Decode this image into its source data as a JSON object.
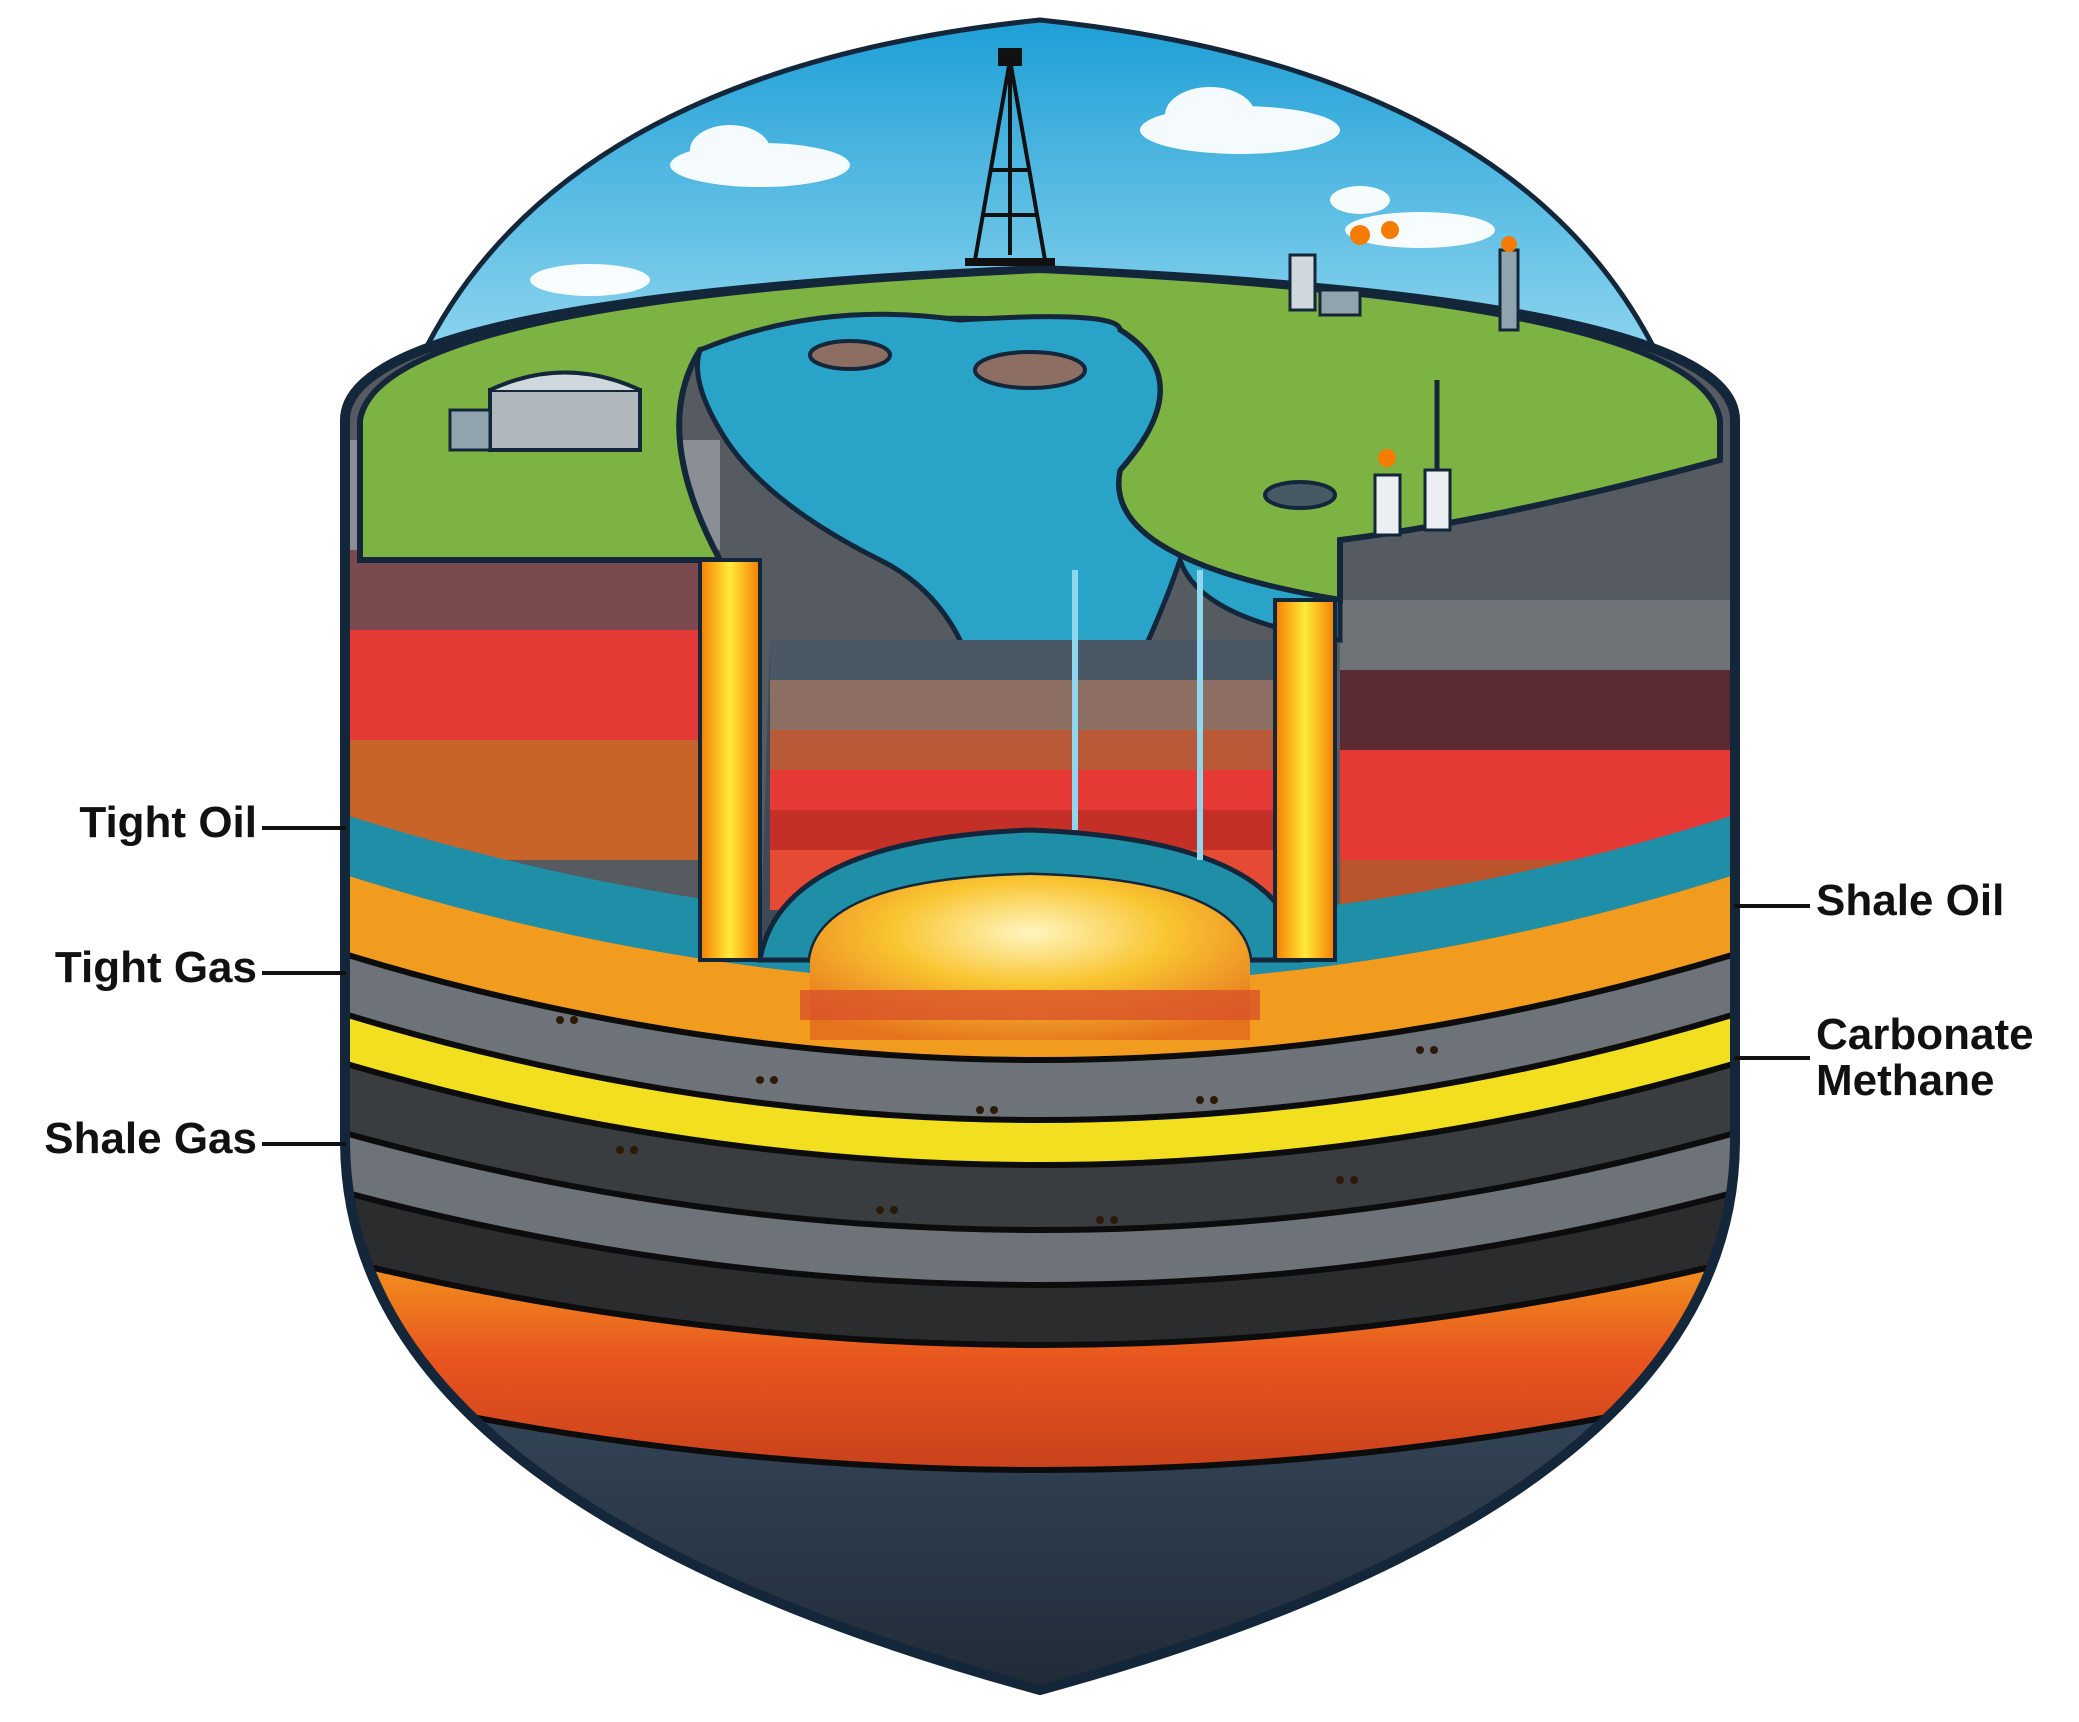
{
  "labels": {
    "tight_oil": "Tight Oil",
    "tight_gas": "Tight Gas",
    "shale_gas": "Shale Gas",
    "shale_oil": "Shale Oil",
    "carbonate_methane_line1": "Carbonate",
    "carbonate_methane_line2": "Methane"
  },
  "colors": {
    "sky": "#3fb3dc",
    "grass": "#7cb342",
    "water": "#2aa3c9",
    "teal_band": "#1f8fa8",
    "orange_band": "#f29c1f",
    "yellow_band": "#f1df20",
    "red_layer": "#e53935",
    "gray_layer": "#6d7379",
    "dark_layer": "#3a3d40",
    "base_rock": "#2f3a48",
    "core_glow": "#f7b733"
  }
}
